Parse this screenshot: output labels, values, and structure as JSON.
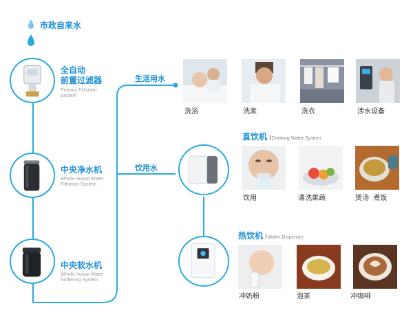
{
  "source": {
    "label": "市政自来水"
  },
  "devices": [
    {
      "title_line1": "全自动",
      "title_line2": "前置过滤器",
      "en_line1": "Primary Filtration",
      "en_line2": "System",
      "icon": "prefilter-icon"
    },
    {
      "title_line1": "中央净水机",
      "en_line1": "Whole House Water",
      "en_line2": "Filtration System",
      "icon": "central-purifier-icon"
    },
    {
      "title_line1": "中央软水机",
      "en_line1": "Whole House Water",
      "en_line2": "Softening System",
      "icon": "water-softener-icon"
    }
  ],
  "branches": {
    "living_label": "生活用水",
    "drinking_label": "饮用水"
  },
  "living": {
    "items": [
      {
        "label": "洗浴",
        "icon": "baby-bath-icon"
      },
      {
        "label": "洗漱",
        "icon": "face-wash-icon"
      },
      {
        "label": "洗衣",
        "icon": "laundry-icon"
      },
      {
        "label": "涉水设备",
        "icon": "shower-device-icon"
      }
    ]
  },
  "drinking_direct": {
    "title": "直饮机",
    "title_en": "Drinking Water System",
    "items": [
      {
        "label": "饮用",
        "icon": "drinking-icon"
      },
      {
        "label": "清洗果蔬",
        "icon": "wash-vegetables-icon"
      },
      {
        "label": "煲汤  煮饭",
        "icon": "cooking-icon"
      }
    ]
  },
  "drinking_hot": {
    "title": "热饮机",
    "title_en": "Water Dispenser",
    "items": [
      {
        "label": "冲奶粉",
        "icon": "baby-milk-icon"
      },
      {
        "label": "泡茶",
        "icon": "tea-icon"
      },
      {
        "label": "冲咖啡",
        "icon": "coffee-icon"
      }
    ]
  },
  "colors": {
    "accent": "#2aa9e0",
    "title": "#1f8fd6",
    "drop": "#7cc6ef"
  }
}
